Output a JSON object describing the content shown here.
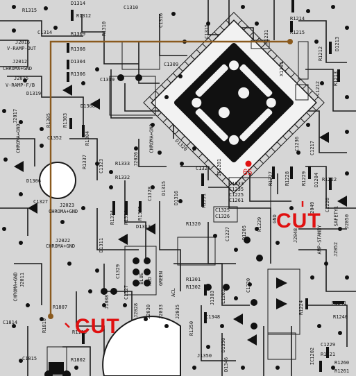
{
  "labels": [
    {
      "id": "R1315",
      "text": "R1315"
    },
    {
      "id": "D1314",
      "text": "D1314"
    },
    {
      "id": "C1310",
      "text": "C1310"
    },
    {
      "id": "R1312",
      "text": "R1312"
    },
    {
      "id": "C1314",
      "text": "C1314"
    },
    {
      "id": "R1309",
      "text": "R1309"
    },
    {
      "id": "C1316",
      "text": "C1316"
    },
    {
      "id": "R1310",
      "text": "R1310"
    },
    {
      "id": "J2016",
      "text": "J2016"
    },
    {
      "id": "VRAMP",
      "text": "V-RAMP-OUT"
    },
    {
      "id": "R1308",
      "text": "R1308"
    },
    {
      "id": "J2012",
      "text": "J2012"
    },
    {
      "id": "CHROMAGND1",
      "text": "CHROMA+GND"
    },
    {
      "id": "D1304",
      "text": "D1304"
    },
    {
      "id": "J2015",
      "text": "J2015"
    },
    {
      "id": "VRAMPFB",
      "text": "V-RAMP-F/B"
    },
    {
      "id": "R1306",
      "text": "R1306"
    },
    {
      "id": "C1309",
      "text": "C1309"
    },
    {
      "id": "C1315",
      "text": "C1315"
    },
    {
      "id": "D1319",
      "text": "D1319"
    },
    {
      "id": "C1319",
      "text": "C1319"
    },
    {
      "id": "D1308",
      "text": "D1308"
    },
    {
      "id": "R1303",
      "text": "R1303"
    },
    {
      "id": "R1305",
      "text": "R1305"
    },
    {
      "id": "R1304",
      "text": "R1304"
    },
    {
      "id": "J2017",
      "text": "J2017"
    },
    {
      "id": "CHROMAGND2",
      "text": "CHROMA+GND"
    },
    {
      "id": "C1352",
      "text": "C1352"
    },
    {
      "id": "R1337",
      "text": "R1337"
    },
    {
      "id": "C1323",
      "text": "C1323"
    },
    {
      "id": "R1333",
      "text": "R1333"
    },
    {
      "id": "J2026",
      "text": "J2026"
    },
    {
      "id": "CHROMAGND3",
      "text": "CHROMA+GND"
    },
    {
      "id": "D1320",
      "text": "D1320"
    },
    {
      "id": "C1324",
      "text": "C1324"
    },
    {
      "id": "IC1201",
      "text": "IC1201"
    },
    {
      "id": "D1306",
      "text": "D1306"
    },
    {
      "id": "R1332",
      "text": "R1332"
    },
    {
      "id": "C1327",
      "text": "C1327"
    },
    {
      "id": "J2023",
      "text": "J2023"
    },
    {
      "id": "CHROMAGND4",
      "text": "CHROMA+GND"
    },
    {
      "id": "R1334",
      "text": "R1334"
    },
    {
      "id": "R1336",
      "text": "R1336"
    },
    {
      "id": "R1335",
      "text": "R1335"
    },
    {
      "id": "C1328",
      "text": "C1328"
    },
    {
      "id": "D1315",
      "text": "D1315"
    },
    {
      "id": "D1316",
      "text": "D1316"
    },
    {
      "id": "R1331",
      "text": "R1331"
    },
    {
      "id": "C1233",
      "text": "C1233"
    },
    {
      "id": "C1235",
      "text": "C1235"
    },
    {
      "id": "C1225",
      "text": "C1225"
    },
    {
      "id": "C1261",
      "text": "C1261"
    },
    {
      "id": "C1325",
      "text": "C1325"
    },
    {
      "id": "C1326",
      "text": "C1326"
    },
    {
      "id": "J2022",
      "text": "J2022"
    },
    {
      "id": "CHROMAGND5",
      "text": "CHROMA+GND"
    },
    {
      "id": "R1320",
      "text": "R1320"
    },
    {
      "id": "D1313",
      "text": "D1313"
    },
    {
      "id": "D1311",
      "text": "D1311"
    },
    {
      "id": "J2011",
      "text": "J2011"
    },
    {
      "id": "CHROMAGND6",
      "text": "CHROMA+GND"
    },
    {
      "id": "C1329",
      "text": "C1329"
    },
    {
      "id": "C1327b",
      "text": "C1327"
    },
    {
      "id": "BLUE",
      "text": "BLUE"
    },
    {
      "id": "RED",
      "text": "RED"
    },
    {
      "id": "GREEN",
      "text": "GREEN"
    },
    {
      "id": "ACL",
      "text": "ACL"
    },
    {
      "id": "R1301",
      "text": "R1301"
    },
    {
      "id": "R1302",
      "text": "R1302"
    },
    {
      "id": "J1808",
      "text": "J1808"
    },
    {
      "id": "J2028",
      "text": "J2028"
    },
    {
      "id": "J2030",
      "text": "J2030"
    },
    {
      "id": "J2033",
      "text": "J2033"
    },
    {
      "id": "J2035",
      "text": "J2035"
    },
    {
      "id": "J1303",
      "text": "J1303"
    },
    {
      "id": "L1202",
      "text": "L1202"
    },
    {
      "id": "C1220",
      "text": "C1220"
    },
    {
      "id": "C1348",
      "text": "C1348"
    },
    {
      "id": "R1350",
      "text": "R1350"
    },
    {
      "id": "D1350",
      "text": "D1350"
    },
    {
      "id": "J1350",
      "text": "J1350"
    },
    {
      "id": "D1346",
      "text": "D1346"
    },
    {
      "id": "R1807",
      "text": "R1807"
    },
    {
      "id": "R1810",
      "text": "R1810"
    },
    {
      "id": "C1814",
      "text": "C1814"
    },
    {
      "id": "R1103",
      "text": "R1103"
    },
    {
      "id": "C1815",
      "text": "C1815"
    },
    {
      "id": "R1802",
      "text": "R1802"
    },
    {
      "id": "R1214",
      "text": "R1214"
    },
    {
      "id": "R1215",
      "text": "R1215"
    },
    {
      "id": "X1231",
      "text": "X1231"
    },
    {
      "id": "X1201",
      "text": "X1201"
    },
    {
      "id": "D1213",
      "text": "D1213"
    },
    {
      "id": "R1212",
      "text": "R1212"
    },
    {
      "id": "R1213",
      "text": "R1213"
    },
    {
      "id": "C1212",
      "text": "C1212"
    },
    {
      "id": "C1236",
      "text": "C1236"
    },
    {
      "id": "C1217",
      "text": "C1217"
    },
    {
      "id": "R1227",
      "text": "R1227"
    },
    {
      "id": "R1228",
      "text": "R1228"
    },
    {
      "id": "R1229",
      "text": "R1229"
    },
    {
      "id": "D1204",
      "text": "D1204"
    },
    {
      "id": "R1222",
      "text": "R1222"
    },
    {
      "id": "C1226",
      "text": "C1226"
    },
    {
      "id": "C1227",
      "text": "C1227"
    },
    {
      "id": "D1205",
      "text": "D1205"
    },
    {
      "id": "R1239",
      "text": "R1239"
    },
    {
      "id": "GND",
      "text": "GND"
    },
    {
      "id": "J2049",
      "text": "J2049"
    },
    {
      "id": "SAFETY1",
      "text": "SAFETY1"
    },
    {
      "id": "J2050",
      "text": "J2050"
    },
    {
      "id": "J2052",
      "text": "J2052"
    },
    {
      "id": "J2048",
      "text": "J2048"
    },
    {
      "id": "AMPSTANBY",
      "text": "AMP-STANBY"
    },
    {
      "id": "R1224",
      "text": "R1224"
    },
    {
      "id": "R1241",
      "text": "R1241"
    },
    {
      "id": "C1229",
      "text": "C1229"
    },
    {
      "id": "R1221",
      "text": "R1221"
    },
    {
      "id": "IC1202",
      "text": "IC1202"
    },
    {
      "id": "R1260",
      "text": "R1260"
    },
    {
      "id": "R1261",
      "text": "R1261"
    },
    {
      "id": "R1240",
      "text": "R1240"
    }
  ],
  "annotations": {
    "cut_top": "CUT",
    "cut_bottom": "CUT",
    "pin_number": "65"
  },
  "colors": {
    "board": "#d6d6d6",
    "trace": "#1a1a1a",
    "pad": "#111111",
    "jumper_wire": "#8a5a1e",
    "annotation": "#e01010"
  }
}
